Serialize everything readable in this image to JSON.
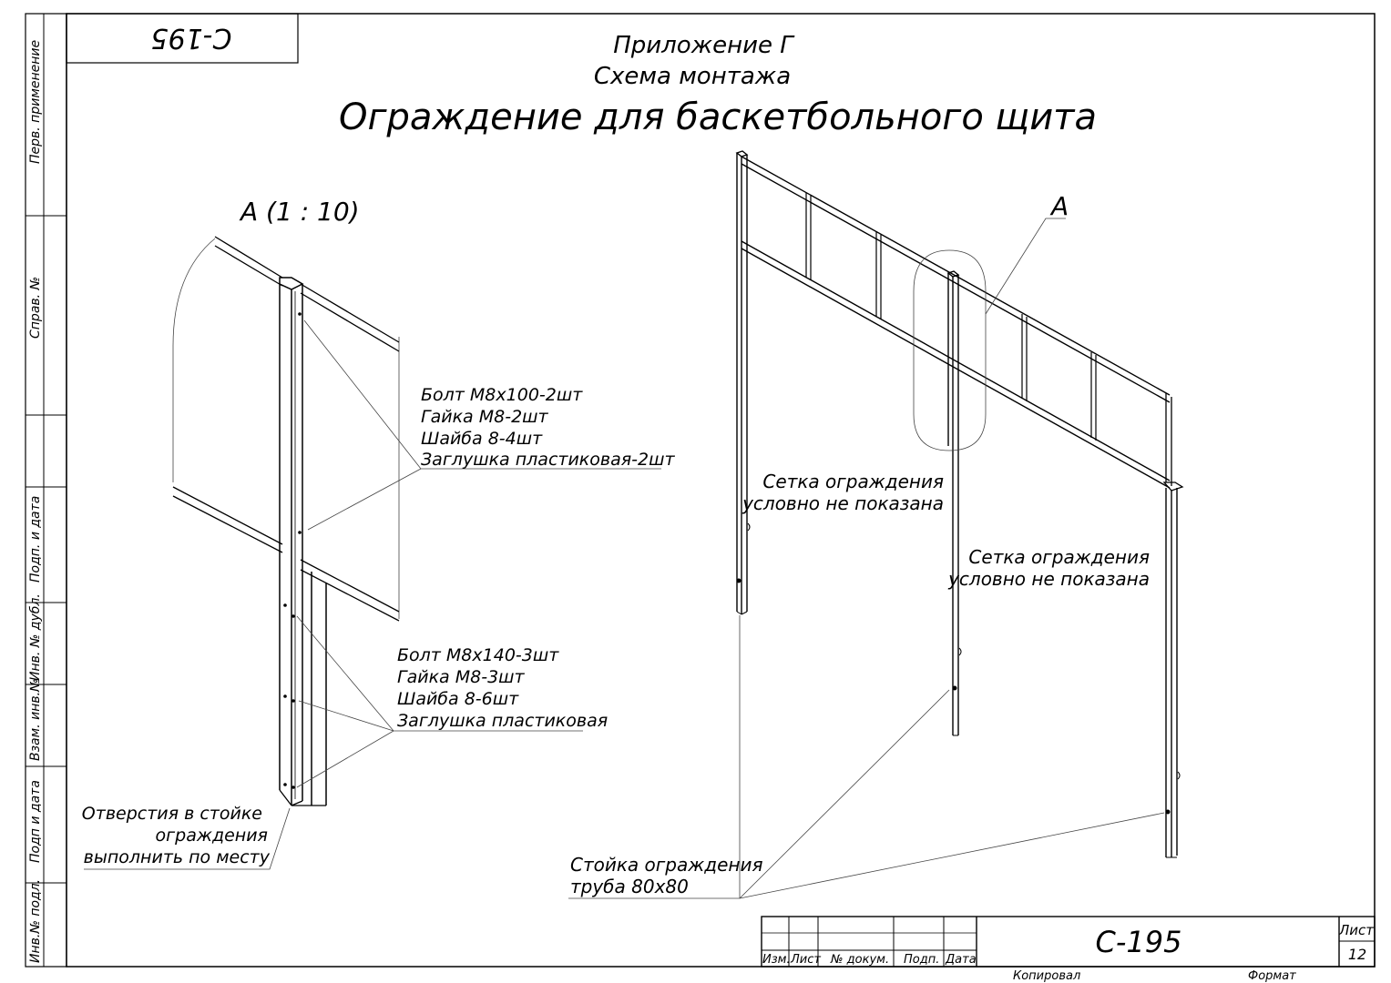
{
  "sheet": {
    "code_corner": "С-195",
    "appendix": "Приложение Г",
    "scheme": "Схема монтажа",
    "title": "Ограждение для баскетбольного щита"
  },
  "side_stamps": {
    "first_use": "Перв. применение",
    "ref_no": "Справ. №",
    "sign_date_top": "Подп. и дата",
    "dup_inv": "Инв. № дубл.",
    "instead_inv": "Взам. инв.№",
    "sign_date_bottom": "Подп и дата",
    "orig_inv": "Инв.№ подл."
  },
  "detail": {
    "label": "А  (1 : 10)",
    "callout_top": [
      "Болт М8х100-2шт",
      "Гайка М8-2шт",
      "Шайба 8-4шт",
      "Заглушка пластиковая-2шт"
    ],
    "callout_mid": [
      "Болт М8х140-3шт",
      "Гайка М8-3шт",
      "Шайба 8-6шт",
      "Заглушка пластиковая"
    ],
    "callout_holes": [
      "Отверстия в стойке",
      "ограждения",
      "выполнить по месту"
    ]
  },
  "main_view": {
    "detail_marker": "А",
    "net_note_1": [
      "Сетка ограждения",
      "условно не показана"
    ],
    "net_note_2": [
      "Сетка ограждения",
      "условно не показана"
    ],
    "post_note": [
      "Стойка ограждения",
      "труба 80х80"
    ]
  },
  "title_block": {
    "col_change": "Изм.",
    "col_sheet": "Лист",
    "col_doc": "№ докум.",
    "col_sign": "Подп.",
    "col_date": "Дата",
    "doc_code": "С-195",
    "sheet_label": "Лист",
    "sheet_number": "12",
    "copied": "Копировал",
    "format": "Формат"
  }
}
